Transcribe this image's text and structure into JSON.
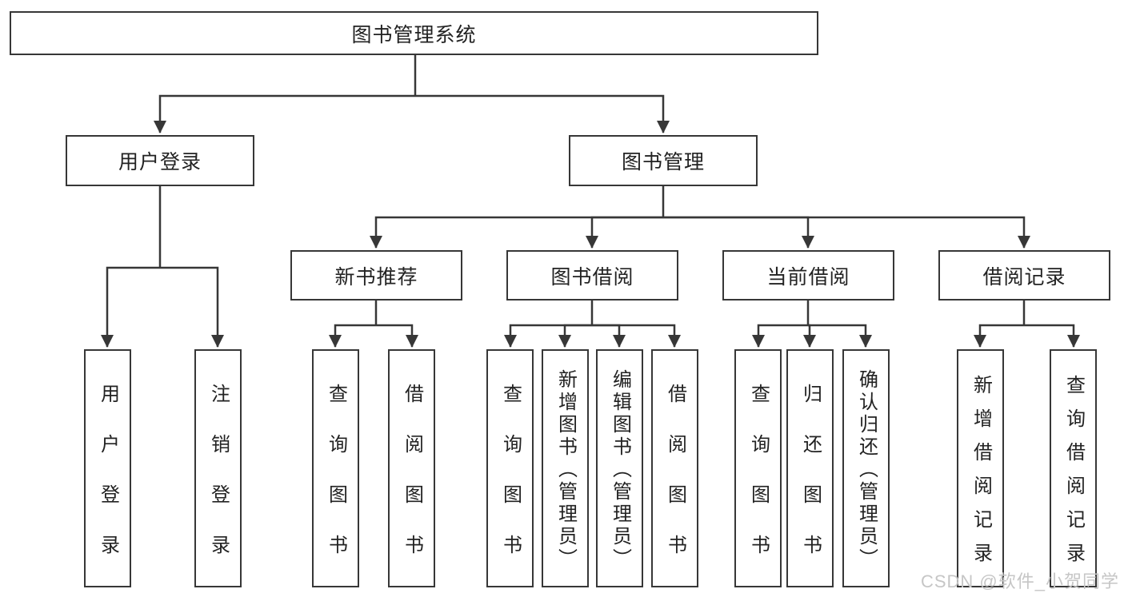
{
  "title": "图书管理系统",
  "watermark": "CSDN @软件_小贺同学",
  "colors": {
    "line": "#373737",
    "box_border": "#373737",
    "box_fill": "#ffffff",
    "text": "#222222",
    "watermark": "#c6c6c6"
  },
  "tree": {
    "root": {
      "label": "图书管理系统"
    },
    "branches": [
      {
        "label": "用户登录",
        "children": [
          {
            "label": "用户登录"
          },
          {
            "label": "注销登录"
          }
        ]
      },
      {
        "label": "图书管理",
        "children": [
          {
            "label": "新书推荐",
            "children": [
              {
                "label": "查询图书"
              },
              {
                "label": "借阅图书"
              }
            ]
          },
          {
            "label": "图书借阅",
            "children": [
              {
                "label": "查询图书"
              },
              {
                "label": "新增图书（管理员）"
              },
              {
                "label": "编辑图书（管理员）"
              },
              {
                "label": "借阅图书"
              }
            ]
          },
          {
            "label": "当前借阅",
            "children": [
              {
                "label": "查询图书"
              },
              {
                "label": "归还图书"
              },
              {
                "label": "确认归还（管理员）"
              }
            ]
          },
          {
            "label": "借阅记录",
            "children": [
              {
                "label": "新增借阅记录"
              },
              {
                "label": "查询借阅记录"
              }
            ]
          }
        ]
      }
    ]
  }
}
